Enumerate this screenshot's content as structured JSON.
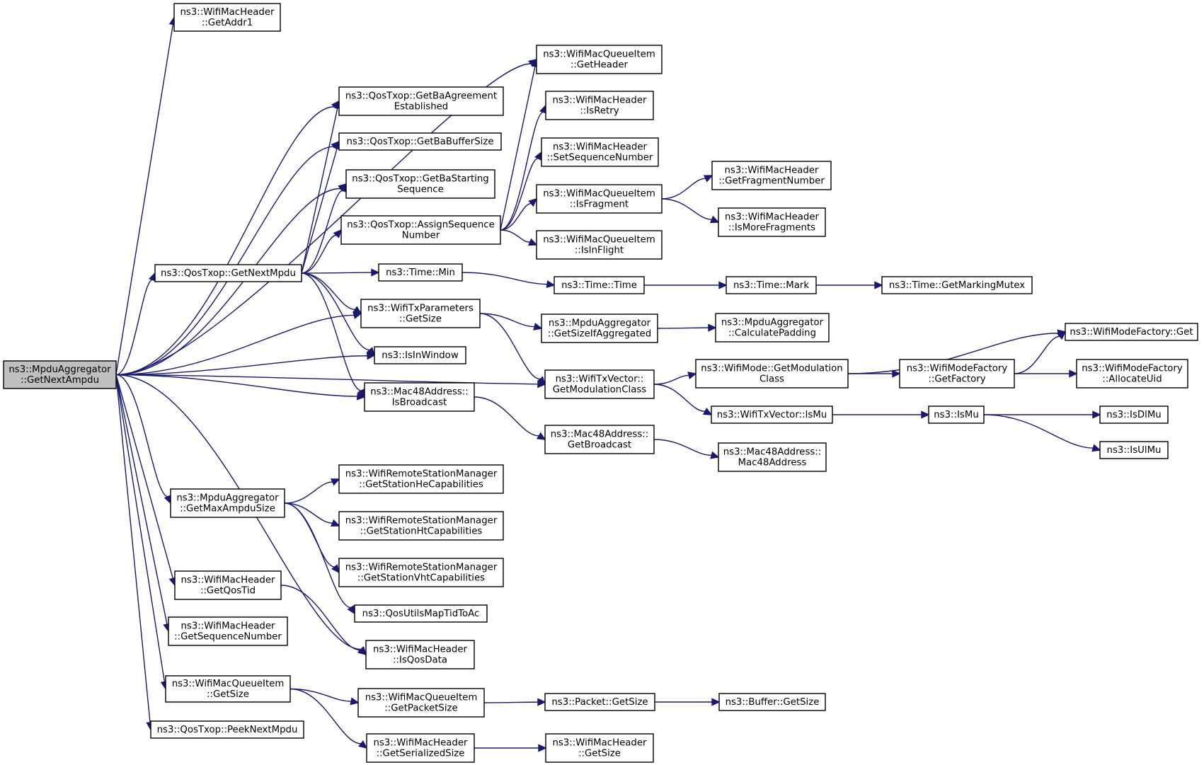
{
  "graph": {
    "edge_color": "#191970",
    "root_fill": "#bfbfbf",
    "nodes": [
      {
        "id": "root",
        "lines": [
          "ns3::MpduAggregator",
          "::GetNextAmpdu"
        ],
        "root": true
      },
      {
        "id": "getaddr1",
        "lines": [
          "ns3::WifiMacHeader",
          "::GetAddr1"
        ]
      },
      {
        "id": "qi_getheader",
        "lines": [
          "ns3::WifiMacQueueItem",
          "::GetHeader"
        ]
      },
      {
        "id": "getbaagreement",
        "lines": [
          "ns3::QosTxop::GetBaAgreement",
          "Established"
        ]
      },
      {
        "id": "getbabuffersize",
        "lines": [
          "ns3::QosTxop::GetBaBufferSize"
        ]
      },
      {
        "id": "getbastarting",
        "lines": [
          "ns3::QosTxop::GetBaStarting",
          "Sequence"
        ]
      },
      {
        "id": "assignseq",
        "lines": [
          "ns3::QosTxop::AssignSequence",
          "Number"
        ]
      },
      {
        "id": "getnextmpdu",
        "lines": [
          "ns3::QosTxop::GetNextMpdu"
        ]
      },
      {
        "id": "isretry",
        "lines": [
          "ns3::WifiMacHeader",
          "::IsRetry"
        ]
      },
      {
        "id": "setseqnum",
        "lines": [
          "ns3::WifiMacHeader",
          "::SetSequenceNumber"
        ]
      },
      {
        "id": "isfragment",
        "lines": [
          "ns3::WifiMacQueueItem",
          "::IsFragment"
        ]
      },
      {
        "id": "isinflight",
        "lines": [
          "ns3::WifiMacQueueItem",
          "::IsInFlight"
        ]
      },
      {
        "id": "getfragnum",
        "lines": [
          "ns3::WifiMacHeader",
          "::GetFragmentNumber"
        ]
      },
      {
        "id": "ismorefrag",
        "lines": [
          "ns3::WifiMacHeader",
          "::IsMoreFragments"
        ]
      },
      {
        "id": "timemin",
        "lines": [
          "ns3::Time::Min"
        ]
      },
      {
        "id": "timetime",
        "lines": [
          "ns3::Time::Time"
        ]
      },
      {
        "id": "timemark",
        "lines": [
          "ns3::Time::Mark"
        ]
      },
      {
        "id": "markingmutex",
        "lines": [
          "ns3::Time::GetMarkingMutex"
        ]
      },
      {
        "id": "txparams_getsize",
        "lines": [
          "ns3::WifiTxParameters",
          "::GetSize"
        ]
      },
      {
        "id": "getsizeifagg",
        "lines": [
          "ns3::MpduAggregator",
          "::GetSizeIfAggregated"
        ]
      },
      {
        "id": "calcpadding",
        "lines": [
          "ns3::MpduAggregator",
          "::CalculatePadding"
        ]
      },
      {
        "id": "isinwindow",
        "lines": [
          "ns3::IsInWindow"
        ]
      },
      {
        "id": "isbroadcast",
        "lines": [
          "ns3::Mac48Address::",
          "IsBroadcast"
        ]
      },
      {
        "id": "getmodclass",
        "lines": [
          "ns3::WifiTxVector::",
          "GetModulationClass"
        ]
      },
      {
        "id": "mode_getmodclass",
        "lines": [
          "ns3::WifiMode::GetModulation",
          "Class"
        ]
      },
      {
        "id": "modefactory_get",
        "lines": [
          "ns3::WifiModeFactory::Get"
        ]
      },
      {
        "id": "getfactory",
        "lines": [
          "ns3::WifiModeFactory",
          "::GetFactory"
        ]
      },
      {
        "id": "allocateuid",
        "lines": [
          "ns3::WifiModeFactory",
          "::AllocateUid"
        ]
      },
      {
        "id": "txvector_ismu",
        "lines": [
          "ns3::WifiTxVector::IsMu"
        ]
      },
      {
        "id": "ismu",
        "lines": [
          "ns3::IsMu"
        ]
      },
      {
        "id": "isdlmu",
        "lines": [
          "ns3::IsDlMu"
        ]
      },
      {
        "id": "isulmu",
        "lines": [
          "ns3::IsUlMu"
        ]
      },
      {
        "id": "getbroadcast",
        "lines": [
          "ns3::Mac48Address::",
          "GetBroadcast"
        ]
      },
      {
        "id": "mac48address",
        "lines": [
          "ns3::Mac48Address::",
          "Mac48Address"
        ]
      },
      {
        "id": "getmaxampdu",
        "lines": [
          "ns3::MpduAggregator",
          "::GetMaxAmpduSize"
        ]
      },
      {
        "id": "hecap",
        "lines": [
          "ns3::WifiRemoteStationManager",
          "::GetStationHeCapabilities"
        ]
      },
      {
        "id": "htcap",
        "lines": [
          "ns3::WifiRemoteStationManager",
          "::GetStationHtCapabilities"
        ]
      },
      {
        "id": "vhtcap",
        "lines": [
          "ns3::WifiRemoteStationManager",
          "::GetStationVhtCapabilities"
        ]
      },
      {
        "id": "maptidtoac",
        "lines": [
          "ns3::QosUtilsMapTidToAc"
        ]
      },
      {
        "id": "getqostid",
        "lines": [
          "ns3::WifiMacHeader",
          "::GetQosTid"
        ]
      },
      {
        "id": "getseqnum",
        "lines": [
          "ns3::WifiMacHeader",
          "::GetSequenceNumber"
        ]
      },
      {
        "id": "isqosdata",
        "lines": [
          "ns3::WifiMacHeader",
          "::IsQosData"
        ]
      },
      {
        "id": "qi_getsize",
        "lines": [
          "ns3::WifiMacQueueItem",
          "::GetSize"
        ]
      },
      {
        "id": "getpacketsize",
        "lines": [
          "ns3::WifiMacQueueItem",
          "::GetPacketSize"
        ]
      },
      {
        "id": "packet_getsize",
        "lines": [
          "ns3::Packet::GetSize"
        ]
      },
      {
        "id": "buffer_getsize",
        "lines": [
          "ns3::Buffer::GetSize"
        ]
      },
      {
        "id": "getserialized",
        "lines": [
          "ns3::WifiMacHeader",
          "::GetSerializedSize"
        ]
      },
      {
        "id": "hdr_getsize",
        "lines": [
          "ns3::WifiMacHeader",
          "::GetSize"
        ]
      },
      {
        "id": "peeknextmpdu",
        "lines": [
          "ns3::QosTxop::PeekNextMpdu"
        ]
      }
    ],
    "edges": [
      [
        "root",
        "getaddr1"
      ],
      [
        "root",
        "qi_getheader"
      ],
      [
        "root",
        "getbaagreement"
      ],
      [
        "root",
        "getbabuffersize"
      ],
      [
        "root",
        "getbastarting"
      ],
      [
        "root",
        "getnextmpdu"
      ],
      [
        "root",
        "txparams_getsize"
      ],
      [
        "root",
        "isinwindow"
      ],
      [
        "root",
        "isbroadcast"
      ],
      [
        "root",
        "getmodclass"
      ],
      [
        "root",
        "getmaxampdu"
      ],
      [
        "root",
        "getqostid"
      ],
      [
        "root",
        "getseqnum"
      ],
      [
        "root",
        "isqosdata"
      ],
      [
        "root",
        "qi_getsize"
      ],
      [
        "root",
        "peeknextmpdu"
      ],
      [
        "getnextmpdu",
        "getbaagreement"
      ],
      [
        "getnextmpdu",
        "getbabuffersize"
      ],
      [
        "getnextmpdu",
        "getbastarting"
      ],
      [
        "getnextmpdu",
        "assignseq"
      ],
      [
        "getnextmpdu",
        "timemin"
      ],
      [
        "getnextmpdu",
        "txparams_getsize"
      ],
      [
        "getnextmpdu",
        "isinwindow"
      ],
      [
        "getnextmpdu",
        "isbroadcast"
      ],
      [
        "assignseq",
        "qi_getheader"
      ],
      [
        "assignseq",
        "isretry"
      ],
      [
        "assignseq",
        "setseqnum"
      ],
      [
        "assignseq",
        "isfragment"
      ],
      [
        "assignseq",
        "isinflight"
      ],
      [
        "isfragment",
        "getfragnum"
      ],
      [
        "isfragment",
        "ismorefrag"
      ],
      [
        "timemin",
        "timetime"
      ],
      [
        "timetime",
        "timemark"
      ],
      [
        "timemark",
        "markingmutex"
      ],
      [
        "txparams_getsize",
        "getsizeifagg"
      ],
      [
        "txparams_getsize",
        "getmodclass"
      ],
      [
        "getsizeifagg",
        "calcpadding"
      ],
      [
        "isbroadcast",
        "getbroadcast"
      ],
      [
        "getbroadcast",
        "mac48address"
      ],
      [
        "getmodclass",
        "mode_getmodclass"
      ],
      [
        "getmodclass",
        "txvector_ismu"
      ],
      [
        "mode_getmodclass",
        "modefactory_get"
      ],
      [
        "mode_getmodclass",
        "getfactory"
      ],
      [
        "getfactory",
        "modefactory_get"
      ],
      [
        "getfactory",
        "allocateuid"
      ],
      [
        "txvector_ismu",
        "ismu"
      ],
      [
        "ismu",
        "isdlmu"
      ],
      [
        "ismu",
        "isulmu"
      ],
      [
        "getmaxampdu",
        "hecap"
      ],
      [
        "getmaxampdu",
        "htcap"
      ],
      [
        "getmaxampdu",
        "vhtcap"
      ],
      [
        "getmaxampdu",
        "maptidtoac"
      ],
      [
        "getqostid",
        "isqosdata"
      ],
      [
        "qi_getsize",
        "getpacketsize"
      ],
      [
        "qi_getsize",
        "getserialized"
      ],
      [
        "getpacketsize",
        "packet_getsize"
      ],
      [
        "packet_getsize",
        "buffer_getsize"
      ],
      [
        "getserialized",
        "hdr_getsize"
      ]
    ]
  }
}
